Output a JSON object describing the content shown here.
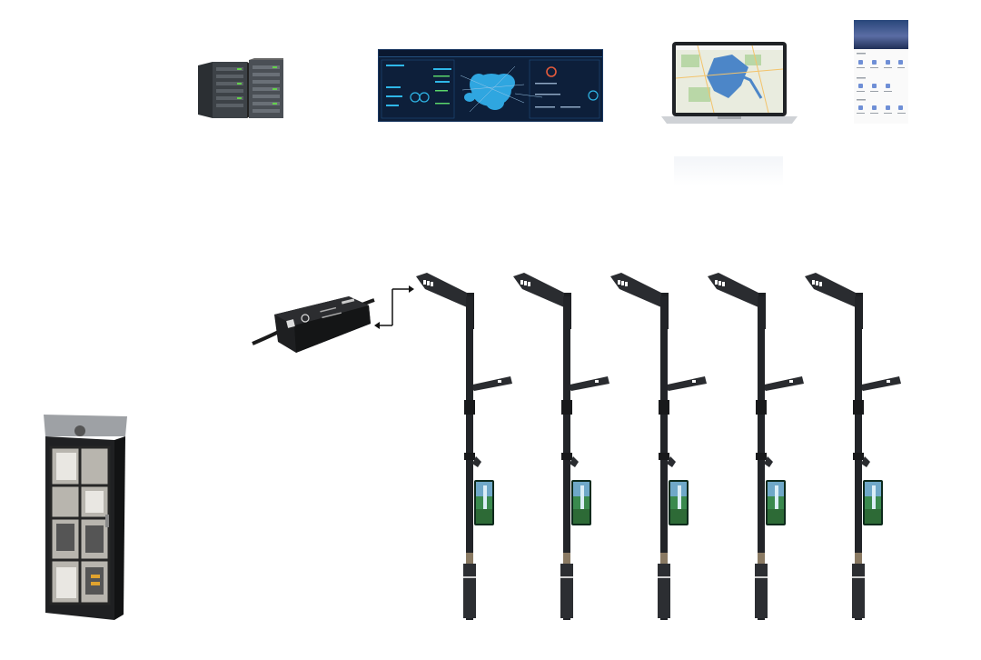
{
  "diagram": {
    "nodes": [
      {
        "id": "server",
        "icon": "server-rack-icon"
      },
      {
        "id": "dashboard",
        "icon": "monitoring-dashboard-icon"
      },
      {
        "id": "laptop",
        "icon": "laptop-map-icon"
      },
      {
        "id": "mobile-app",
        "icon": "mobile-app-icon"
      },
      {
        "id": "controller",
        "icon": "lamp-controller-icon"
      },
      {
        "id": "cabinet",
        "icon": "control-cabinet-icon"
      },
      {
        "id": "poles",
        "icon": "smart-pole-icon",
        "count": 5
      }
    ],
    "connections": [
      {
        "from": "controller",
        "to": "poles",
        "style": "bidirectional-arrow"
      }
    ]
  }
}
